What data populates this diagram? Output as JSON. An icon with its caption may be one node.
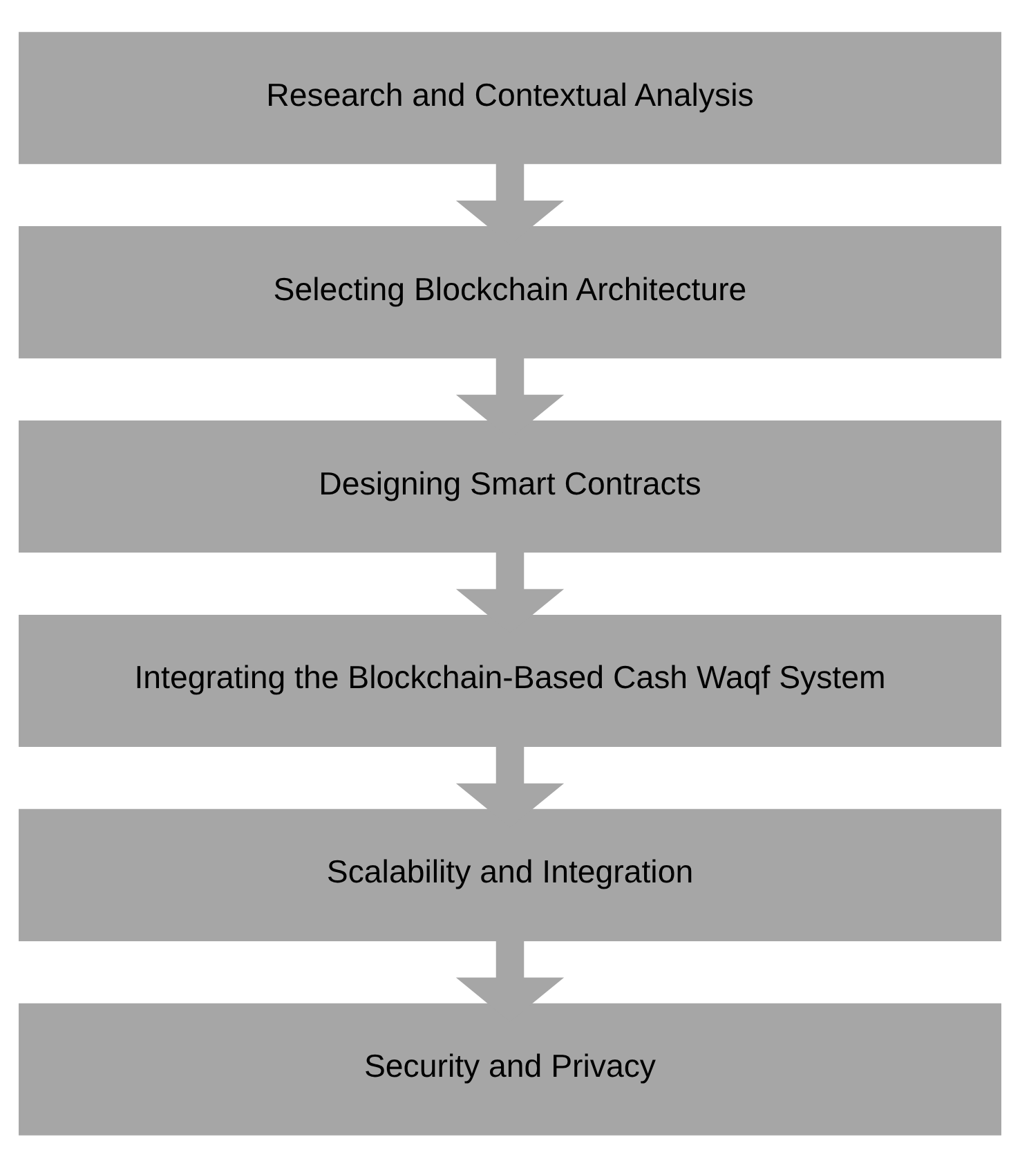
{
  "diagram": {
    "nodes": [
      {
        "text": [
          "Research and Contextual Analysis"
        ]
      },
      {
        "text": [
          "Selecting Blockchain Architecture"
        ]
      },
      {
        "text": [
          "Designing Smart Contracts"
        ]
      },
      {
        "text": [
          "Integrating the Blockchain-Based Cash Waqf System"
        ]
      },
      {
        "text": [
          "Scalability and Integration"
        ]
      },
      {
        "text": [
          "Security and Privacy"
        ]
      }
    ],
    "edges": [
      {
        "from": 0,
        "to": 1,
        "arrow": "to"
      },
      {
        "from": 1,
        "to": 2,
        "arrow": "to"
      },
      {
        "from": 2,
        "to": 3,
        "arrow": "to"
      },
      {
        "from": 3,
        "to": 4,
        "arrow": "to"
      },
      {
        "from": 4,
        "to": 5,
        "arrow": "to"
      }
    ]
  }
}
